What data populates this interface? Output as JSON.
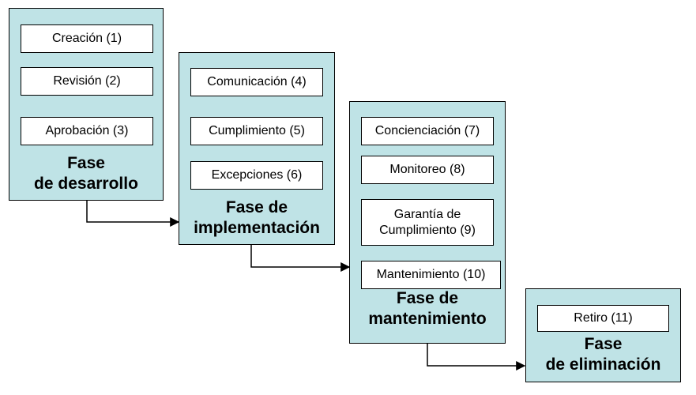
{
  "phases": [
    {
      "title": "Fase\nde desarrollo",
      "steps": [
        "Creación (1)",
        "Revisión (2)",
        "Aprobación (3)"
      ]
    },
    {
      "title": "Fase de\nimplementación",
      "steps": [
        "Comunicación (4)",
        "Cumplimiento (5)",
        "Excepciones (6)"
      ]
    },
    {
      "title": "Fase de\nmantenimiento",
      "steps": [
        "Concienciación (7)",
        "Monitoreo (8)",
        "Garantía de\nCumplimiento (9)",
        "Mantenimiento (10)"
      ]
    },
    {
      "title": "Fase\nde eliminación",
      "steps": [
        "Retiro (11)"
      ]
    }
  ],
  "colors": {
    "phase_fill": "#bfe3e6",
    "step_fill": "#ffffff",
    "lines": "#000000"
  }
}
